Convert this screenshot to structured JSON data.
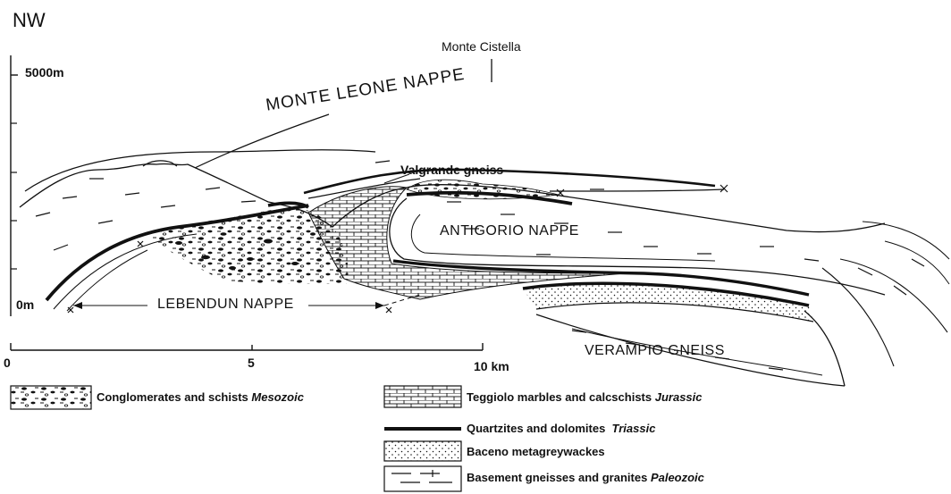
{
  "diagram": {
    "compass": "NW",
    "peak_label": "Monte Cistella",
    "elevation_top": "5000m",
    "elevation_bottom": "0m",
    "units": {
      "monte_leone": "MONTE LEONE NAPPE",
      "valgrande": "Valgrande gneiss",
      "antigorio": "ANTIGORIO NAPPE",
      "lebendun": "LEBENDUN NAPPE",
      "verampio": "VERAMPIO GNEISS"
    },
    "scale": {
      "start": "0",
      "mid": "5",
      "end": "10 km"
    }
  },
  "legend": {
    "items": [
      {
        "pattern": "conglomerate-pattern",
        "name": "Conglomerates and schists",
        "age": "Mesozoic"
      },
      {
        "pattern": "brick-pattern",
        "name": "Teggiolo marbles and calcschists",
        "age": "Jurassic"
      },
      {
        "pattern": "thick-line-pattern",
        "name": "Quartzites and dolomites",
        "age": "Triassic"
      },
      {
        "pattern": "stipple-pattern",
        "name": "Baceno metagreywackes",
        "age": ""
      },
      {
        "pattern": "gneiss-dash-pattern",
        "name": "Basement gneisses and granites",
        "age": "Paleozoic"
      }
    ]
  },
  "colors": {
    "ink": "#111111",
    "paper": "#ffffff"
  }
}
